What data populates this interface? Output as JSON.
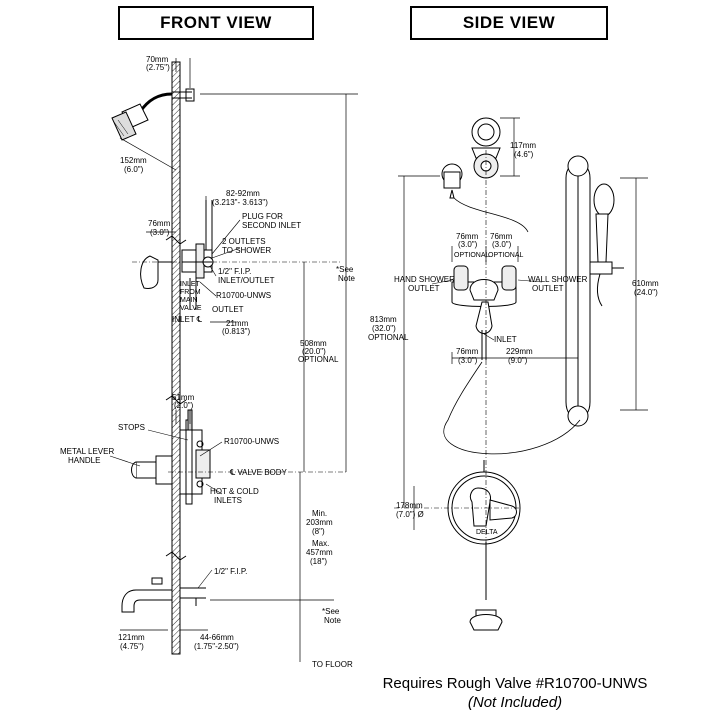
{
  "front_view": {
    "title": "FRONT VIEW",
    "labels": {
      "d70": "70mm",
      "d70i": "(2.75\")",
      "d152": "152mm",
      "d152i": "(6.0\")",
      "d76": "76mm",
      "d76i": "(3.0\")",
      "d8292": "82-92mm",
      "d8292i": "(3.213\"- 3.613\")",
      "plug1": "PLUG FOR",
      "plug2": "SECOND INLET",
      "outlets1": "2 OUTLETS",
      "outlets2": "TO SHOWER",
      "fip1": "1/2\" F.I.P.",
      "fip2": "INLET/OUTLET",
      "valve_model": "R10700-UNWS",
      "inlet_from1": "INLET",
      "inlet_from2": "FROM",
      "inlet_from3": "MAIN",
      "inlet_from4": "VALVE",
      "outlet": "OUTLET",
      "inlet_cl": "INLET ℄",
      "d21": "21mm",
      "d21i": "(0.813\")",
      "d508": "508mm",
      "d508i": "(20.0\")",
      "optional": "OPTIONAL",
      "see_note1": "*See",
      "see_note2": "Note",
      "d51": "51mm",
      "d51i": "(2.0\")",
      "stops": "STOPS",
      "valve_model2": "R10700-UNWS",
      "metal1": "METAL LEVER",
      "metal2": "HANDLE",
      "valve_body": "℄ VALVE BODY",
      "hotcold1": "HOT & COLD",
      "hotcold2": "INLETS",
      "min": "Min.",
      "d203": "203mm",
      "d203i": "(8\")",
      "max": "Max.",
      "d457": "457mm",
      "d457i": "(18\")",
      "fip_spout": "1/2\" F.I.P.",
      "see_note3": "*See",
      "see_note4": "Note",
      "d121": "121mm",
      "d121i": "(4.75\")",
      "d4466": "44-66mm",
      "d4466i": "(1.75\"-2.50\")",
      "to_floor": "TO FLOOR"
    }
  },
  "side_view": {
    "title": "SIDE VIEW",
    "labels": {
      "d117": "117mm",
      "d117i": "(4.6\")",
      "d76a": "76mm",
      "d76ai": "(3.0\")",
      "d76b": "76mm",
      "d76bi": "(3.0\")",
      "optional_a": "OPTIONAL",
      "optional_b": "OPTIONAL",
      "hand1": "HAND SHOWER",
      "hand2": "OUTLET",
      "wall1": "WALL SHOWER",
      "wall2": "OUTLET",
      "d610": "610mm",
      "d610i": "(24.0\")",
      "d813": "813mm",
      "d813i": "(32.0\")",
      "optional": "OPTIONAL",
      "inlet": "INLET",
      "d76c": "76mm",
      "d76ci": "(3.0\")",
      "d229": "229mm",
      "d229i": "(9.0\")",
      "d178": "178mm",
      "d178i": "(7.0\") Ø",
      "brand": "DELTA"
    }
  },
  "footer": {
    "line1": "Requires Rough Valve #R10700-UNWS",
    "line2": "(Not Included)"
  }
}
